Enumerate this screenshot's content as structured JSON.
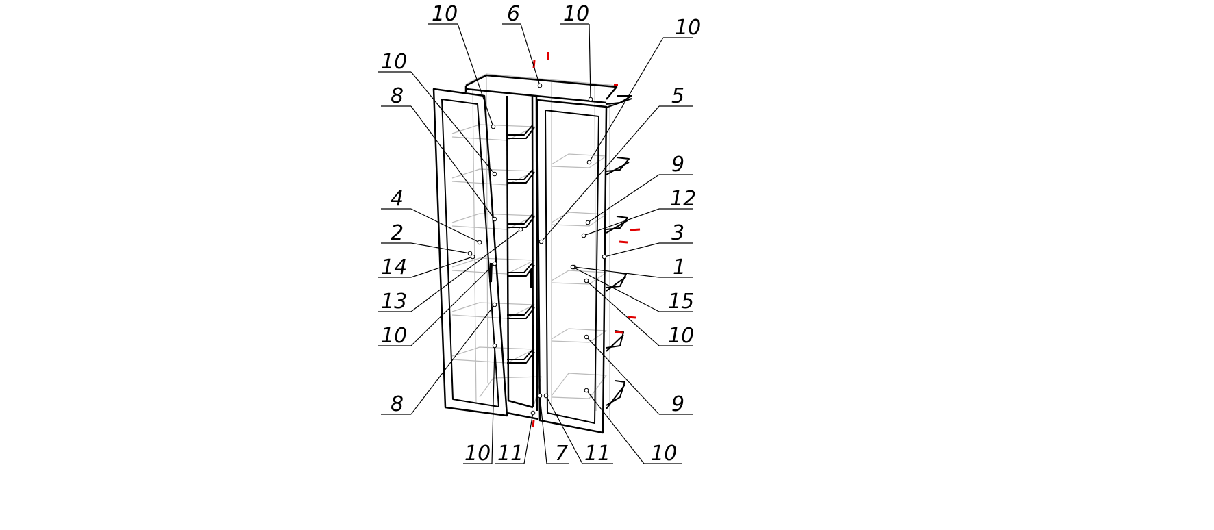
{
  "title": "Cabinet assembly diagram",
  "callouts": [
    {
      "id": "c1",
      "text": "10"
    },
    {
      "id": "c2",
      "text": "6"
    },
    {
      "id": "c3",
      "text": "10"
    },
    {
      "id": "c4",
      "text": "10"
    },
    {
      "id": "c5",
      "text": "10"
    },
    {
      "id": "c6",
      "text": "8"
    },
    {
      "id": "c7",
      "text": "5"
    },
    {
      "id": "c8",
      "text": "9"
    },
    {
      "id": "c9",
      "text": "4"
    },
    {
      "id": "c10",
      "text": "12"
    },
    {
      "id": "c11",
      "text": "2"
    },
    {
      "id": "c12",
      "text": "3"
    },
    {
      "id": "c13",
      "text": "14"
    },
    {
      "id": "c14",
      "text": "1"
    },
    {
      "id": "c15",
      "text": "13"
    },
    {
      "id": "c16",
      "text": "15"
    },
    {
      "id": "c17",
      "text": "10"
    },
    {
      "id": "c18",
      "text": "10"
    },
    {
      "id": "c19",
      "text": "8"
    },
    {
      "id": "c20",
      "text": "9"
    },
    {
      "id": "c21",
      "text": "10"
    },
    {
      "id": "c22",
      "text": "11"
    },
    {
      "id": "c23",
      "text": "7"
    },
    {
      "id": "c24",
      "text": "11"
    },
    {
      "id": "c25",
      "text": "10"
    }
  ],
  "colors": {
    "line": "#000000",
    "construction": "#b8b8b8",
    "marker": "#e00000"
  }
}
